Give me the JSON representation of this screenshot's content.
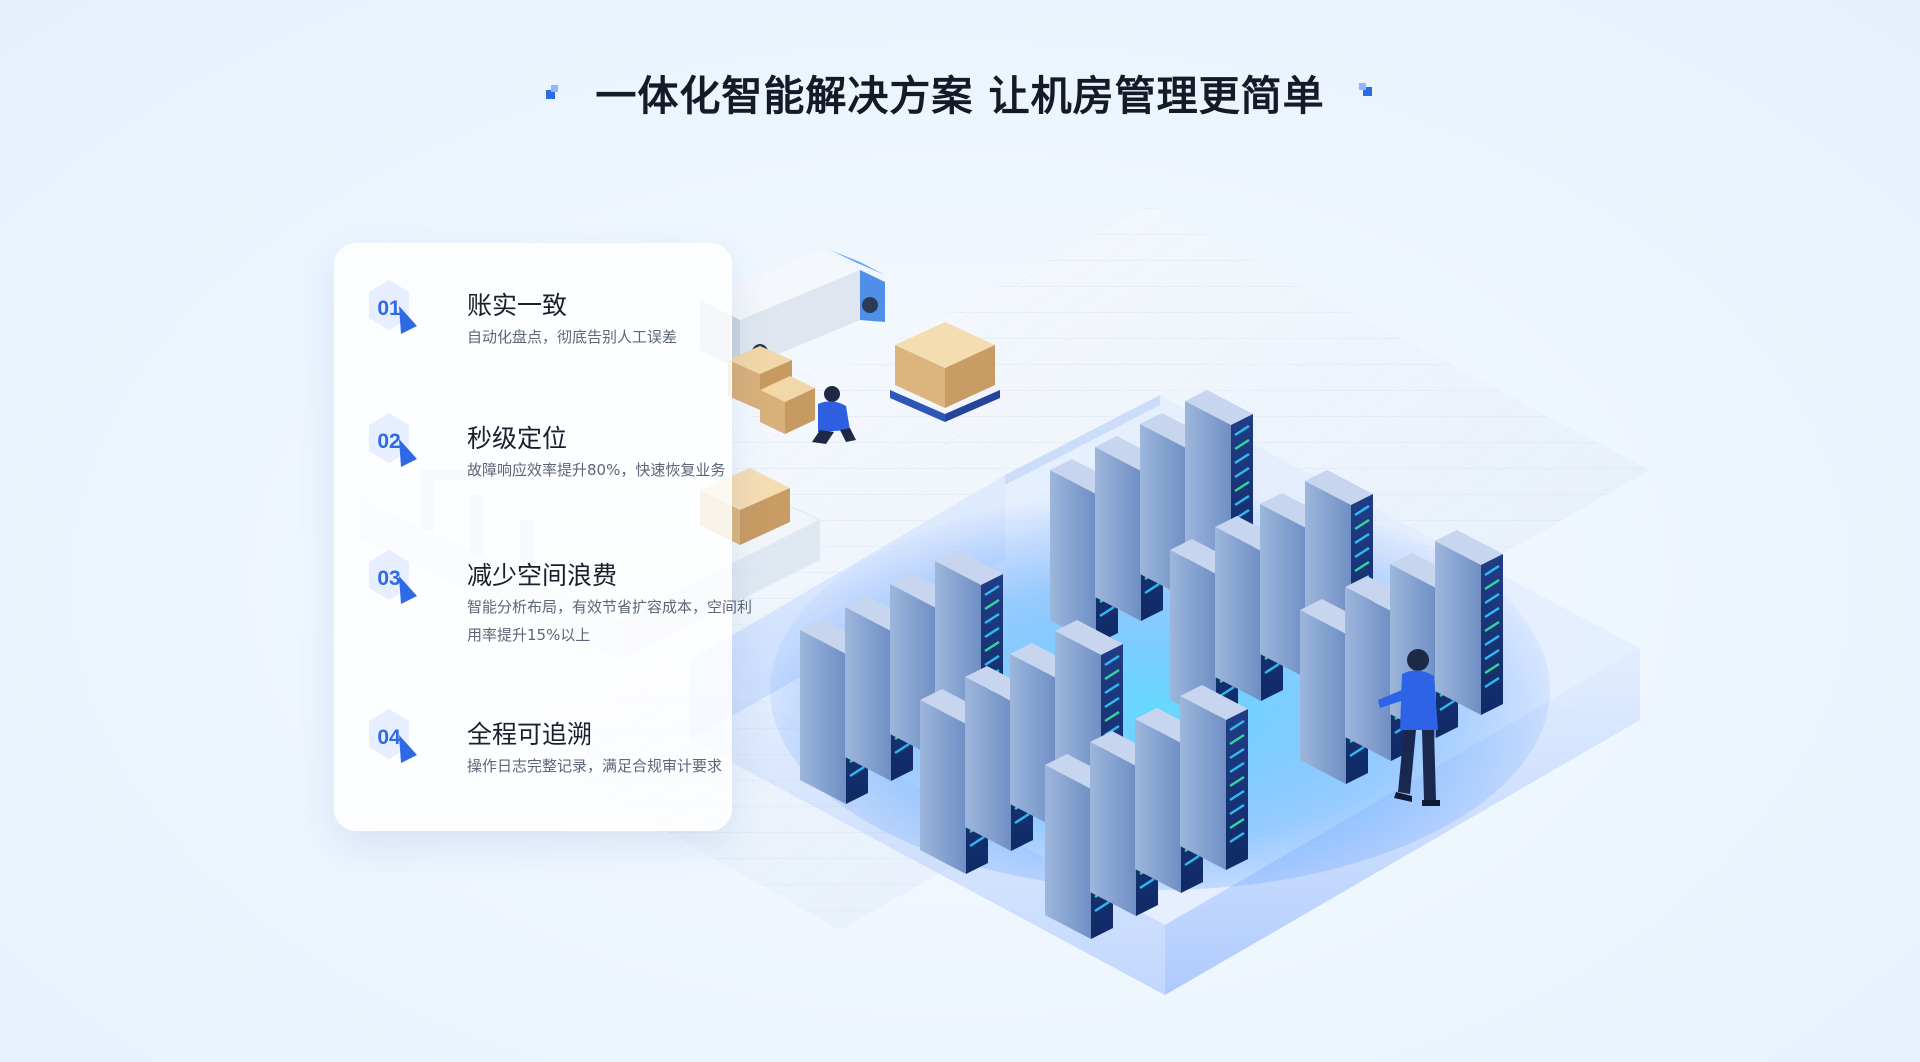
{
  "page": {
    "title": "一体化智能解决方案  让机房管理更简单"
  },
  "features": [
    {
      "number": "01",
      "title": "账实一致",
      "description": "自动化盘点，彻底告别人工误差"
    },
    {
      "number": "02",
      "title": "秒级定位",
      "description": "故障响应效率提升80%，快速恢复业务"
    },
    {
      "number": "03",
      "title": "减少空间浪费",
      "description": "智能分析布局，有效节省扩容成本，空间利用率提升15%以上"
    },
    {
      "number": "04",
      "title": "全程可追溯",
      "description": "操作日志完整记录，满足合规审计要求"
    }
  ],
  "colors": {
    "accent": "#2f6ae6",
    "title": "#141a26",
    "server_glow": "#34c8ff",
    "server_led_green": "#39e6a0"
  },
  "icons": [
    "title-decoration-left-icon",
    "title-decoration-right-icon",
    "number-badge-icon",
    "delivery-truck-icon",
    "cardboard-box-icon",
    "server-rack-icon",
    "worker-figure-icon"
  ]
}
